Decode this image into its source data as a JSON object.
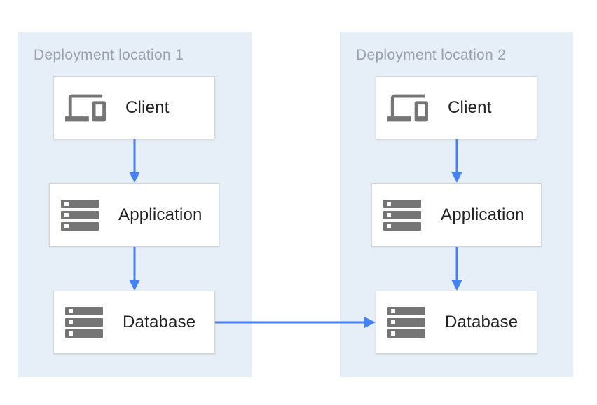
{
  "diagram": {
    "zones": [
      {
        "title": "Deployment location 1",
        "nodes": [
          {
            "label": "Client",
            "icon": "devices-icon"
          },
          {
            "label": "Application",
            "icon": "server-stack-icon"
          },
          {
            "label": "Database",
            "icon": "server-stack-icon"
          }
        ]
      },
      {
        "title": "Deployment location 2",
        "nodes": [
          {
            "label": "Client",
            "icon": "devices-icon"
          },
          {
            "label": "Application",
            "icon": "server-stack-icon"
          },
          {
            "label": "Database",
            "icon": "server-stack-icon"
          }
        ]
      }
    ],
    "edges": [
      {
        "from": "zone1-client",
        "to": "zone1-application",
        "direction": "down"
      },
      {
        "from": "zone1-application",
        "to": "zone1-database",
        "direction": "down"
      },
      {
        "from": "zone2-client",
        "to": "zone2-application",
        "direction": "down"
      },
      {
        "from": "zone2-application",
        "to": "zone2-database",
        "direction": "down"
      },
      {
        "from": "zone1-database",
        "to": "zone2-database",
        "direction": "right"
      }
    ],
    "colors": {
      "zone_bg": "#e6eef8",
      "arrow": "#4481f2",
      "icon_gray": "#757575",
      "zone_title": "#9aa0a6",
      "node_label": "#212121",
      "node_border": "#d2d2d2",
      "node_bg": "#ffffff",
      "canvas_bg": "#ffffff"
    }
  }
}
